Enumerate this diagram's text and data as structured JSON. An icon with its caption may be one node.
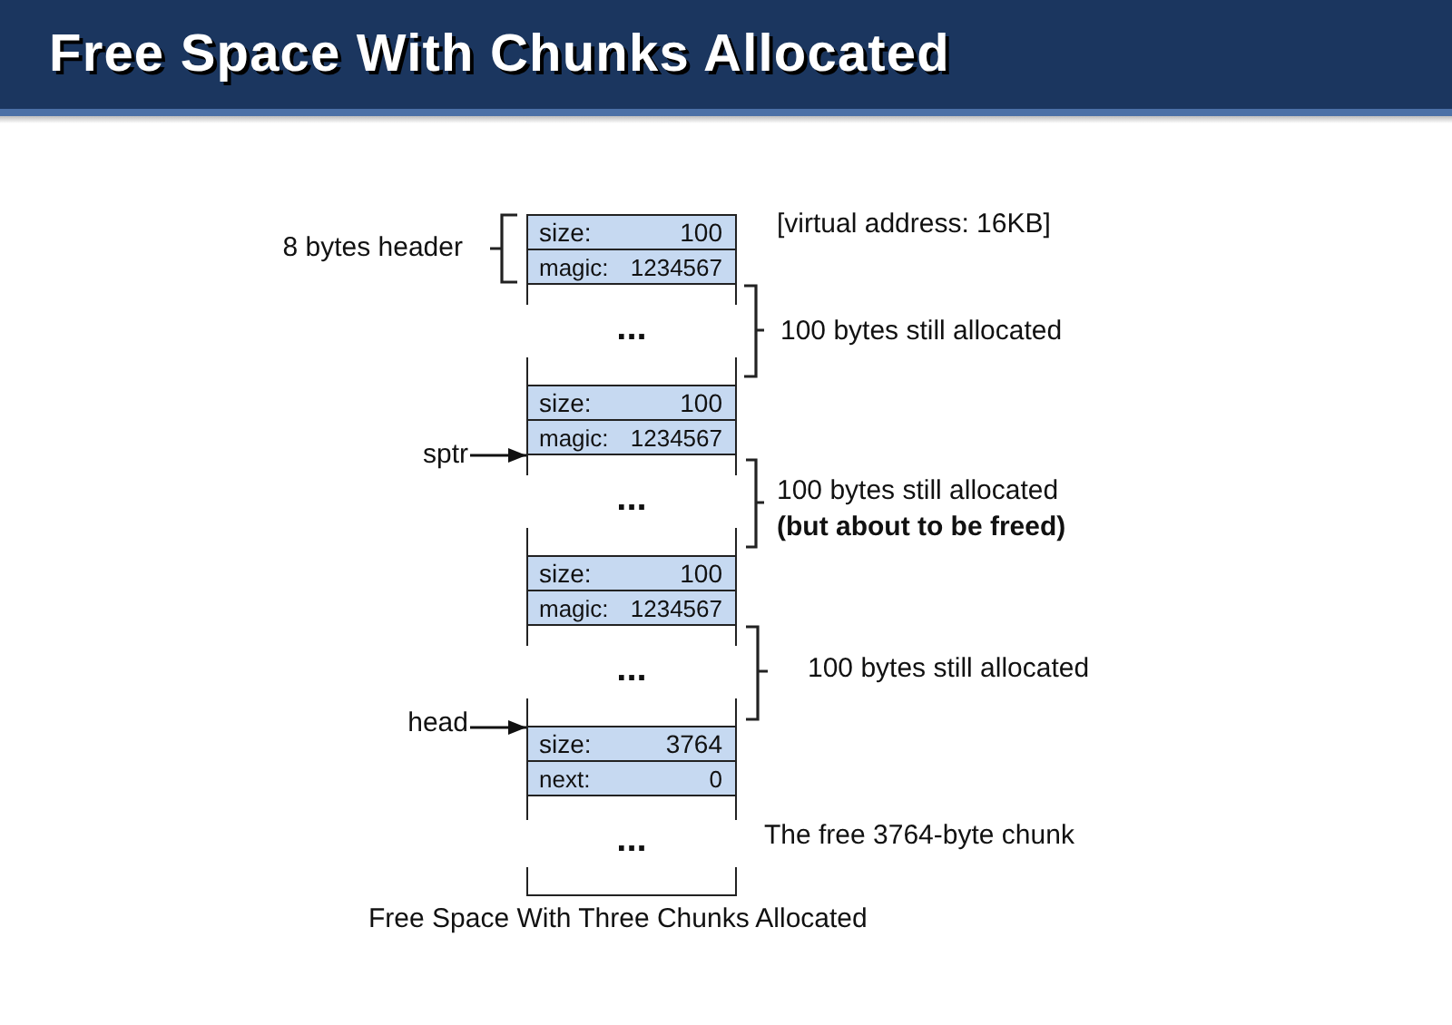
{
  "diagram": {
    "title": "Free Space With Chunks Allocated",
    "caption": "Free Space With Three Chunks Allocated",
    "nodes": [
      {
        "text": [
          "size:",
          "100"
        ]
      },
      {
        "text": [
          "magic:",
          "1234567"
        ]
      },
      {
        "text": [
          "..."
        ]
      },
      {
        "text": [
          "size:",
          "100"
        ]
      },
      {
        "text": [
          "magic:",
          "1234567"
        ]
      },
      {
        "text": [
          "..."
        ]
      },
      {
        "text": [
          "size:",
          "100"
        ]
      },
      {
        "text": [
          "magic:",
          "1234567"
        ]
      },
      {
        "text": [
          "..."
        ]
      },
      {
        "text": [
          "size:",
          "3764"
        ]
      },
      {
        "text": [
          "next:",
          "0"
        ]
      },
      {
        "text": [
          "..."
        ]
      },
      {
        "text": [
          "sptr"
        ]
      },
      {
        "text": [
          "head"
        ]
      }
    ],
    "edges": [
      {
        "from": 12,
        "to": 5,
        "arrow": "to"
      },
      {
        "from": 13,
        "to": 9,
        "arrow": "to"
      }
    ],
    "labels": [
      "8 bytes header",
      "[virtual address: 16KB]",
      "100 bytes still allocated",
      "100 bytes still allocated **(but about to be freed)**",
      "100 bytes still allocated",
      "The free 3764-byte chunk"
    ]
  }
}
